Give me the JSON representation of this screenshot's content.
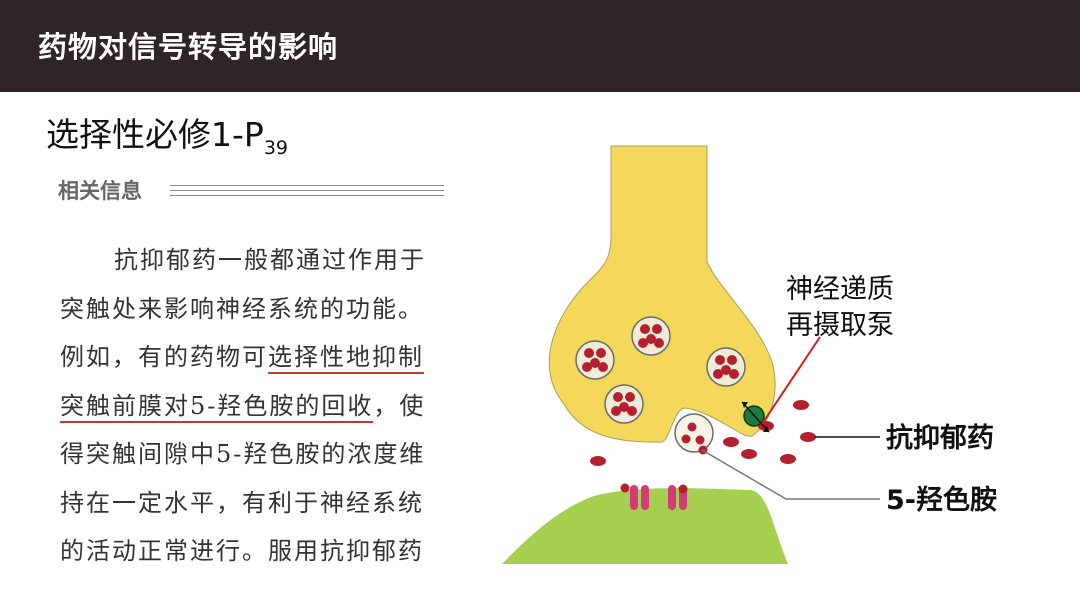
{
  "header": {
    "title": "药物对信号转导的影响"
  },
  "subtitle": {
    "text": "选择性必修1-P",
    "page": "39"
  },
  "section": {
    "heading": "相关信息"
  },
  "paragraph": {
    "line1": "抗抑郁药一般都通过作用于",
    "line2": "突触处来影响神经系统的功能。",
    "line3_a": "例如，有的药物可",
    "line3_u": "选择性地抑制",
    "line4_u": "突触前膜对5-羟色胺的回收",
    "line4_b": "，使",
    "line5": "得突触间隙中5-羟色胺的浓度维",
    "line6": "持在一定水平，有利于神经系统",
    "line7": "的活动正常进行。服用抗抑郁药"
  },
  "diagram": {
    "label_pump_1": "神经递质",
    "label_pump_2": "再摄取泵",
    "label_drug": "抗抑郁药",
    "label_5ht": "5-羟色胺",
    "colors": {
      "presynaptic": "#f5d85a",
      "postsynaptic": "#a6cf4f",
      "serotonin": "#b5202e",
      "receptor": "#d23a78",
      "pump": "#1b7a3d",
      "annotation_line": "#d81b1b"
    }
  }
}
